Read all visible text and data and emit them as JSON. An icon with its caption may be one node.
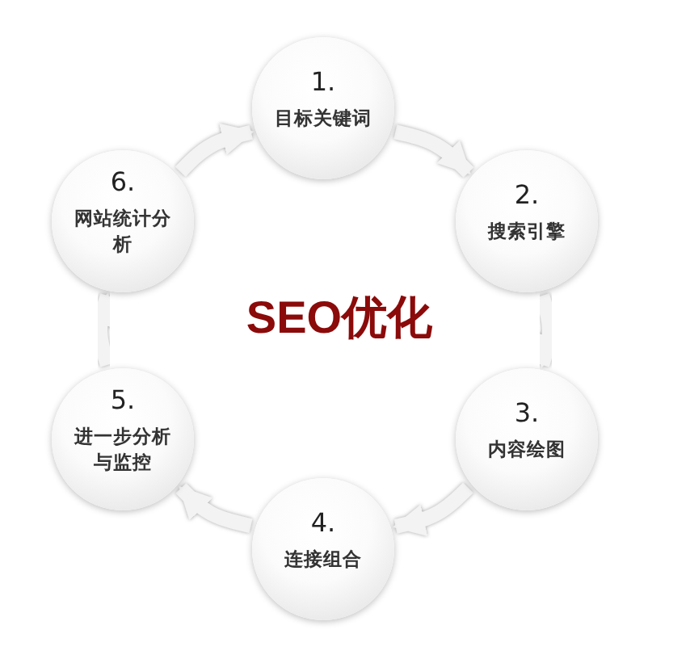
{
  "diagram": {
    "title": "SEO优化",
    "nodes": [
      {
        "text": [
          "1.",
          "目标关键词"
        ]
      },
      {
        "text": [
          "2.",
          "搜索引擎"
        ]
      },
      {
        "text": [
          "3.",
          "内容绘图"
        ]
      },
      {
        "text": [
          "4.",
          "连接组合"
        ]
      },
      {
        "text": [
          "5.",
          "进一步分析与监控"
        ]
      },
      {
        "text": [
          "6.",
          "网站统计分析"
        ]
      }
    ],
    "edges": [
      {
        "from": 0,
        "to": 1,
        "arrow": "to"
      },
      {
        "from": 1,
        "to": 2,
        "arrow": "to"
      },
      {
        "from": 2,
        "to": 3,
        "arrow": "to"
      },
      {
        "from": 3,
        "to": 4,
        "arrow": "to"
      },
      {
        "from": 4,
        "to": 5,
        "arrow": "to"
      },
      {
        "from": 5,
        "to": 0,
        "arrow": "to"
      }
    ]
  }
}
